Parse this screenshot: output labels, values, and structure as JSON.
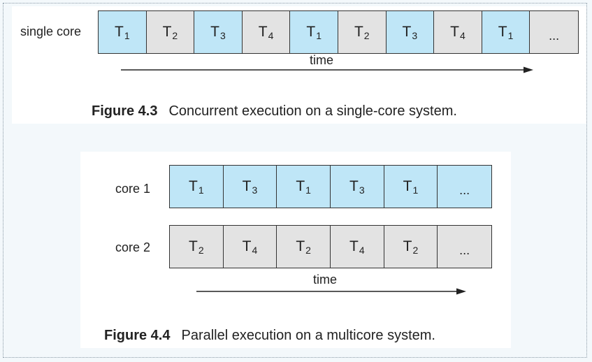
{
  "figure_4_3": {
    "row_label": "single core",
    "cells": [
      {
        "main": "T",
        "sub": "1",
        "color": "blue"
      },
      {
        "main": "T",
        "sub": "2",
        "color": "gray"
      },
      {
        "main": "T",
        "sub": "3",
        "color": "blue"
      },
      {
        "main": "T",
        "sub": "4",
        "color": "gray"
      },
      {
        "main": "T",
        "sub": "1",
        "color": "blue"
      },
      {
        "main": "T",
        "sub": "2",
        "color": "gray"
      },
      {
        "main": "T",
        "sub": "3",
        "color": "blue"
      },
      {
        "main": "T",
        "sub": "4",
        "color": "gray"
      },
      {
        "main": "T",
        "sub": "1",
        "color": "blue"
      },
      {
        "main": "...",
        "sub": "",
        "color": "gray"
      }
    ],
    "time_label": "time",
    "caption_number": "Figure 4.3",
    "caption_text": "Concurrent execution on a single-core system."
  },
  "figure_4_4": {
    "core1_label": "core 1",
    "core1_cells": [
      {
        "main": "T",
        "sub": "1",
        "color": "blue"
      },
      {
        "main": "T",
        "sub": "3",
        "color": "blue"
      },
      {
        "main": "T",
        "sub": "1",
        "color": "blue"
      },
      {
        "main": "T",
        "sub": "3",
        "color": "blue"
      },
      {
        "main": "T",
        "sub": "1",
        "color": "blue"
      },
      {
        "main": "...",
        "sub": "",
        "color": "blue"
      }
    ],
    "core2_label": "core 2",
    "core2_cells": [
      {
        "main": "T",
        "sub": "2",
        "color": "gray"
      },
      {
        "main": "T",
        "sub": "4",
        "color": "gray"
      },
      {
        "main": "T",
        "sub": "2",
        "color": "gray"
      },
      {
        "main": "T",
        "sub": "4",
        "color": "gray"
      },
      {
        "main": "T",
        "sub": "2",
        "color": "gray"
      },
      {
        "main": "...",
        "sub": "",
        "color": "gray"
      }
    ],
    "time_label": "time",
    "caption_number": "Figure 4.4",
    "caption_text": "Parallel execution on a multicore system."
  },
  "colors": {
    "blue": "#bfe6f7",
    "gray": "#e3e3e3",
    "background": "#f3f8fb"
  }
}
